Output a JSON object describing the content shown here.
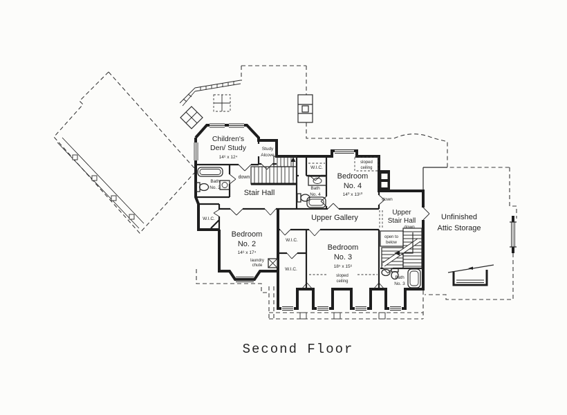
{
  "title": "Second Floor",
  "colors": {
    "ink": "#1e1e1e",
    "paper": "#fcfcfa"
  },
  "rooms": {
    "childrens_den": {
      "line1": "Children's",
      "line2": "Den/ Study",
      "dims": "14⁶ x 12⁴"
    },
    "study_alcove": {
      "line1": "Study",
      "line2": "Alcove"
    },
    "stair_hall": {
      "label": "Stair Hall"
    },
    "bath_2": {
      "line1": "Bath",
      "line2": "No. 2"
    },
    "wic_left": {
      "label": "W.I.C."
    },
    "bedroom_2": {
      "line1": "Bedroom",
      "line2": "No. 2",
      "dims": "14⁶ x 17⁴"
    },
    "laundry_chute": {
      "line1": "laundry",
      "line2": "chute"
    },
    "wic_mid_upper": {
      "label": "W.I.C."
    },
    "wic_mid_lower": {
      "label": "W.I.C."
    },
    "upper_gallery": {
      "label": "Upper Gallery"
    },
    "bedroom_3": {
      "line1": "Bedroom",
      "line2": "No. 3",
      "dims": "18⁵ x 15⁶"
    },
    "sloped_ceiling_b3": {
      "line1": "sloped",
      "line2": "ceiling"
    },
    "bedroom_4": {
      "line1": "Bedroom",
      "line2": "No. 4",
      "dims": "14⁰ x 13¹⁰"
    },
    "sloped_ceiling_b4": {
      "line1": "sloped",
      "line2": "ceiling"
    },
    "wic_top": {
      "label": "W.I.C."
    },
    "bath_4": {
      "line1": "Bath",
      "line2": "No. 4"
    },
    "upper_stair_hall": {
      "line1": "Upper",
      "line2": "Stair Hall"
    },
    "open_to_below": {
      "line1": "open to",
      "line2": "below"
    },
    "bath_3": {
      "line1": "Bath",
      "line2": "No. 3"
    },
    "attic": {
      "line1": "Unfinished",
      "line2": "Attic Storage"
    }
  },
  "annotations": {
    "down_main_stairs": "down",
    "down_upper_hall": "down",
    "down_bedroom4_entry": "down"
  }
}
